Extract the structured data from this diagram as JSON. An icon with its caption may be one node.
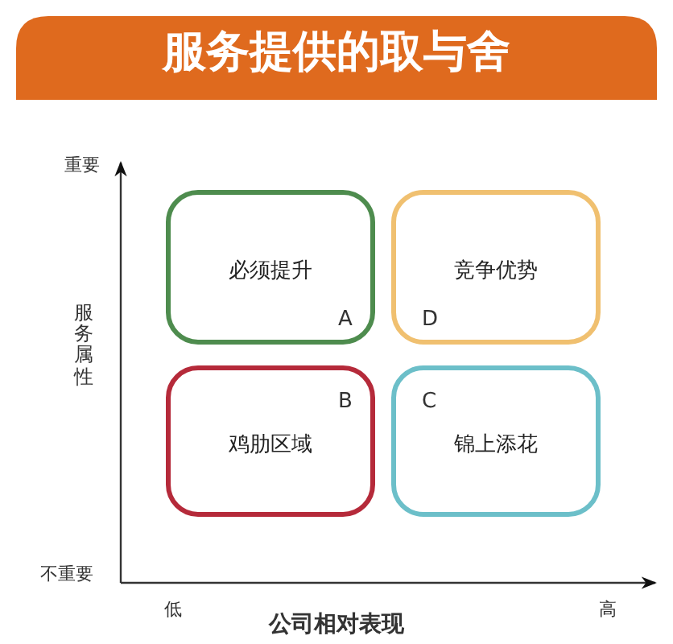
{
  "diagram": {
    "title": "服务提供的取与舍",
    "nodes": [
      {
        "text": [
          "必须提升",
          "A"
        ]
      },
      {
        "text": [
          "竞争优势",
          "D"
        ]
      },
      {
        "text": [
          "鸡肋区域",
          "B"
        ]
      },
      {
        "text": [
          "锦上添花",
          "C"
        ]
      }
    ],
    "labels": [
      "重要",
      "服务属性",
      "不重要",
      "低",
      "高",
      "公司相对表现"
    ]
  }
}
